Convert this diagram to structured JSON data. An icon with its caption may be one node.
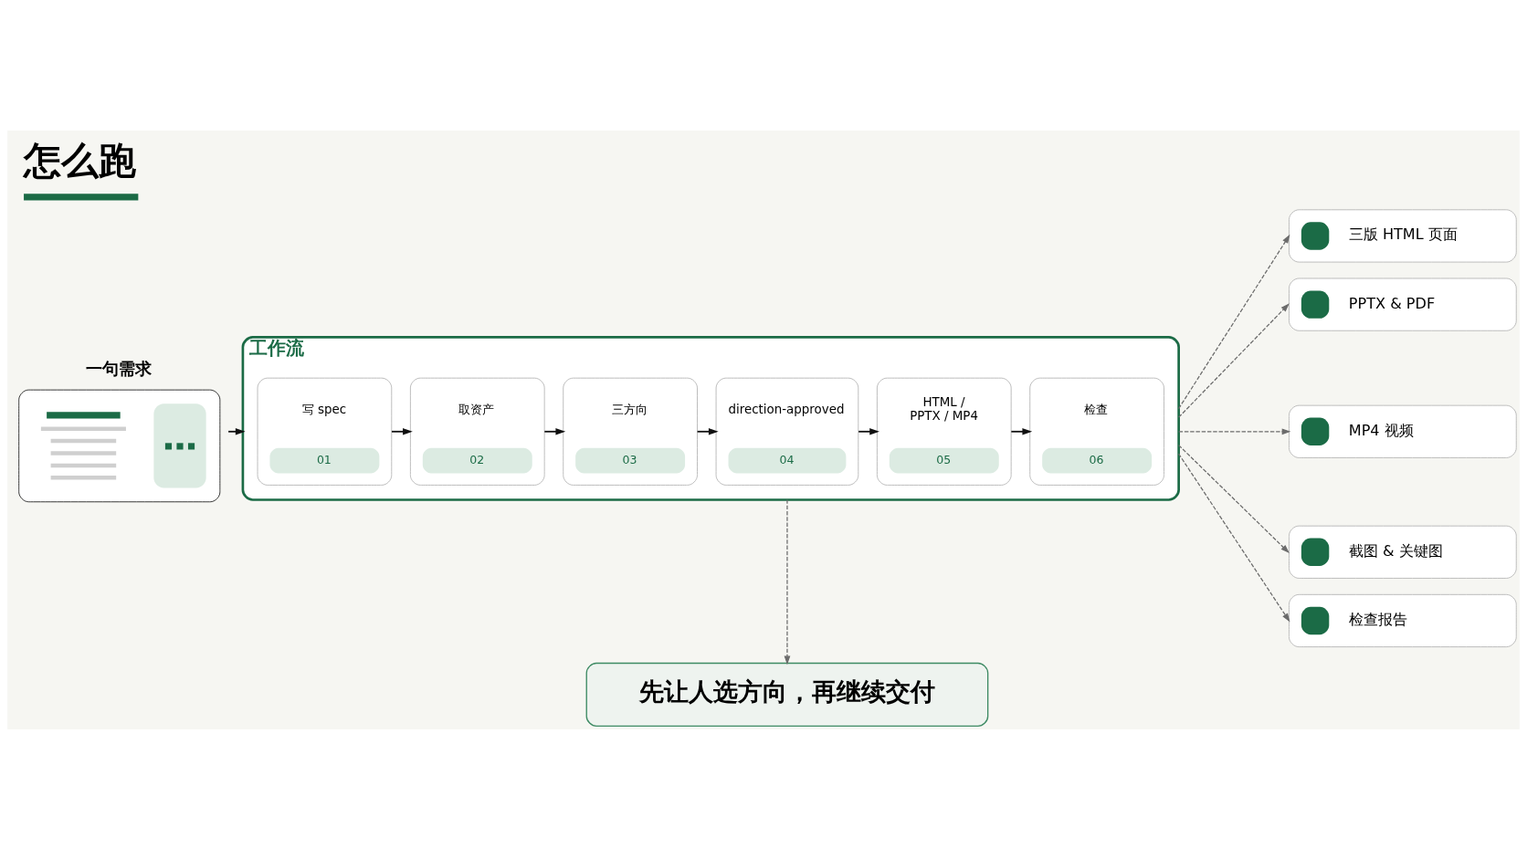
{
  "diagram": {
    "title": "怎么跑",
    "nodes": [
      {
        "text": [
          "一句需求"
        ]
      },
      {
        "text": [
          "工作流"
        ]
      },
      {
        "text": [
          "写 spec",
          "01"
        ],
        "in": 1
      },
      {
        "text": [
          "取资产",
          "02"
        ],
        "in": 1
      },
      {
        "text": [
          "三方向",
          "03"
        ],
        "in": 1
      },
      {
        "text": [
          "direction-approved",
          "04"
        ],
        "in": 1
      },
      {
        "text": [
          "HTML / PPTX / MP4",
          "05"
        ],
        "in": 1
      },
      {
        "text": [
          "检查",
          "06"
        ],
        "in": 1
      },
      {
        "text": [
          "三版 HTML 页面"
        ]
      },
      {
        "text": [
          "PPTX & PDF"
        ]
      },
      {
        "text": [
          "MP4 视频"
        ]
      },
      {
        "text": [
          "截图 & 关键图"
        ]
      },
      {
        "text": [
          "检查报告"
        ]
      },
      {
        "text": [
          "先让人选方向，再继续交付"
        ]
      }
    ],
    "edges": [
      {
        "from": 0,
        "to": 1,
        "arrow": "to"
      },
      {
        "from": 2,
        "to": 3,
        "arrow": "to"
      },
      {
        "from": 3,
        "to": 4,
        "arrow": "to"
      },
      {
        "from": 4,
        "to": 5,
        "arrow": "to"
      },
      {
        "from": 5,
        "to": 6,
        "arrow": "to"
      },
      {
        "from": 6,
        "to": 7,
        "arrow": "to"
      },
      {
        "from": 1,
        "to": 8,
        "arrow": "to",
        "style": "dashed",
        "color": "#6b6b6b"
      },
      {
        "from": 1,
        "to": 9,
        "arrow": "to",
        "style": "dashed",
        "color": "#6b6b6b"
      },
      {
        "from": 1,
        "to": 10,
        "arrow": "to",
        "style": "dashed",
        "color": "#6b6b6b"
      },
      {
        "from": 1,
        "to": 11,
        "arrow": "to",
        "style": "dashed",
        "color": "#6b6b6b"
      },
      {
        "from": 1,
        "to": 12,
        "arrow": "to",
        "style": "dashed",
        "color": "#6b6b6b"
      },
      {
        "from": 1,
        "to": 13,
        "arrow": "to",
        "style": "dashed",
        "color": "#6b6b6b"
      }
    ]
  }
}
